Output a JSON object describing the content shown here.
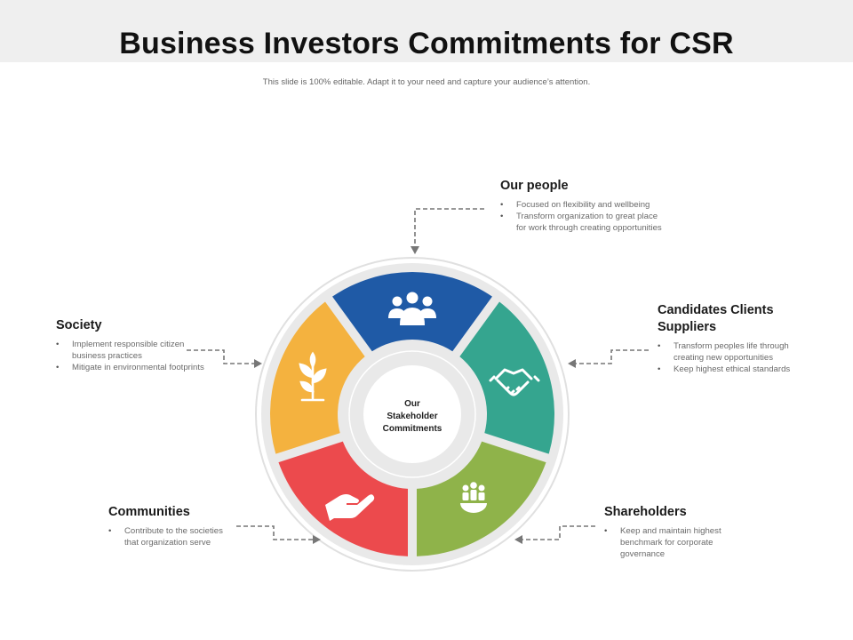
{
  "title": "Business Investors Commitments for CSR",
  "subtitle": "This slide is 100% editable. Adapt it to your need and capture your audience’s attention.",
  "center": {
    "lines": [
      "Our",
      "Stakeholder",
      "Commitments"
    ]
  },
  "segments": [
    {
      "key": "people",
      "color": "#1f5aa6",
      "icon": "group-icon"
    },
    {
      "key": "candidates",
      "color": "#35a58f",
      "icon": "handshake-icon"
    },
    {
      "key": "shareholders",
      "color": "#8fb34a",
      "icon": "people-globe-icon"
    },
    {
      "key": "communities",
      "color": "#ec4a4d",
      "icon": "hand-give-icon"
    },
    {
      "key": "society",
      "color": "#f4b23f",
      "icon": "plant-icon"
    }
  ],
  "blocks": {
    "people": {
      "title": "Our people",
      "bullets": [
        "Focused on flexibility and wellbeing",
        "Transform organization to great place for work through creating opportunities"
      ]
    },
    "candidates": {
      "title": "Candidates Clients Suppliers",
      "bullets": [
        "Transform peoples life through creating new opportunities",
        "Keep highest ethical standards"
      ]
    },
    "society": {
      "title": "Society",
      "bullets": [
        "Implement responsible citizen business practices",
        "Mitigate in environmental footprints"
      ]
    },
    "communities": {
      "title": "Communities",
      "bullets": [
        "Contribute to the societies that organization serve"
      ]
    },
    "shareholders": {
      "title": "Shareholders",
      "bullets": [
        "Keep and maintain highest benchmark for corporate governance"
      ]
    }
  }
}
